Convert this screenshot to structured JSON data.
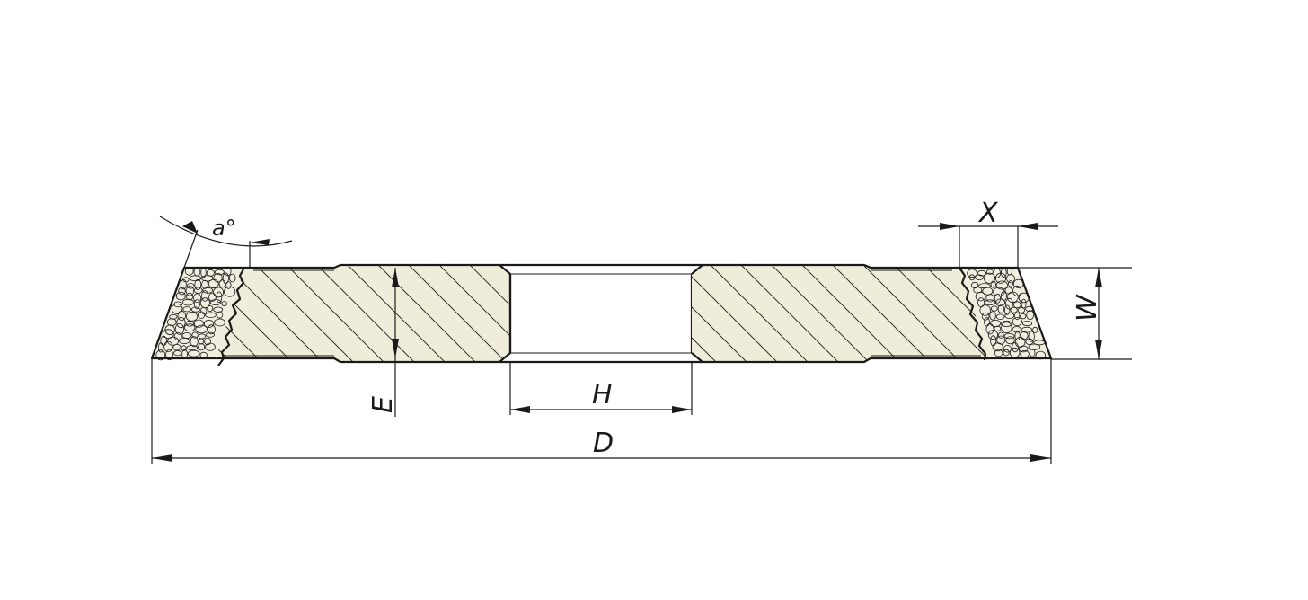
{
  "diagram": {
    "colors": {
      "body_fill": "#efecda",
      "abrasive_fill": "#f1eee0",
      "line": "#1a1a1a",
      "background": "#ffffff"
    },
    "labels": {
      "angle": "a°",
      "x": "X",
      "w": "W",
      "e": "E",
      "h": "H",
      "d": "D"
    }
  }
}
